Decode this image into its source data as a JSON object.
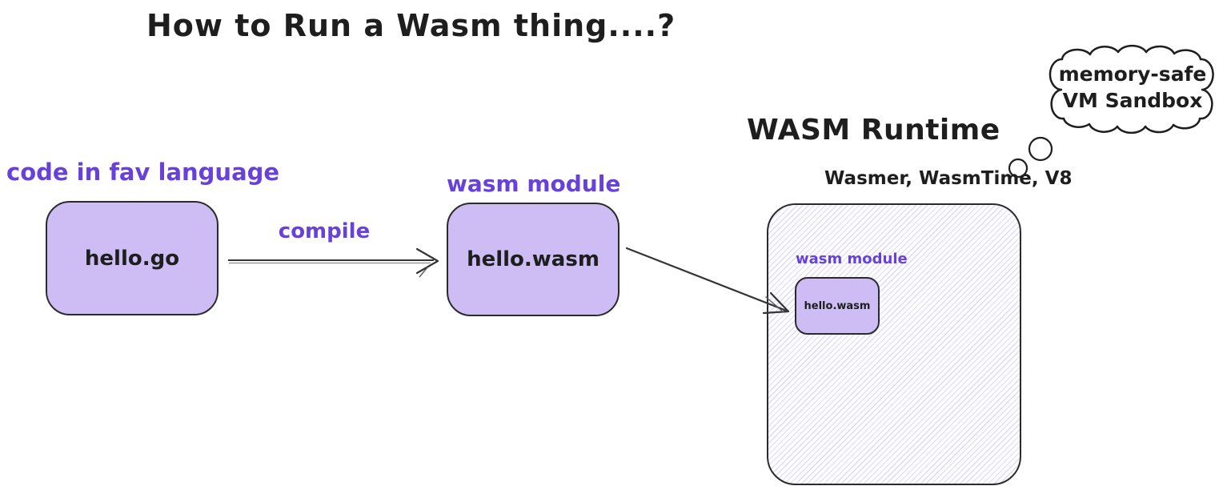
{
  "title": "How to Run a Wasm thing....?",
  "source_node": {
    "caption": "code in fav language",
    "label": "hello.go"
  },
  "compile_edge": {
    "label": "compile"
  },
  "module_node": {
    "caption": "wasm module",
    "label": "hello.wasm"
  },
  "runtime": {
    "title": "WASM Runtime",
    "subtitle": "Wasmer, WasmTime, V8",
    "inner_caption": "wasm module",
    "inner_label": "hello.wasm"
  },
  "thought_bubble": {
    "line1": "memory-safe",
    "line2": "VM Sandbox"
  },
  "colors": {
    "ink": "#1e1e1e",
    "accent_purple": "#6741d9",
    "node_fill": "#cdbdf4",
    "node_border": "#2b2b2b",
    "runtime_hatch": "rgba(103,65,217,0.20)",
    "background": "#ffffff"
  }
}
